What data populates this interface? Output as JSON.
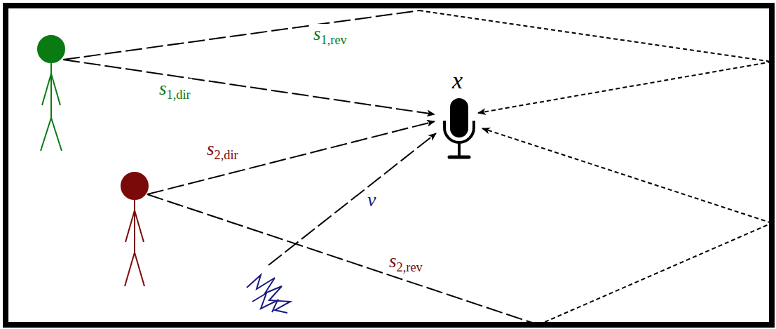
{
  "diagram": {
    "labels": [
      "s1,rev",
      "x",
      "s1,dir",
      "s2,dir",
      "ν",
      "s2,rev"
    ]
  }
}
